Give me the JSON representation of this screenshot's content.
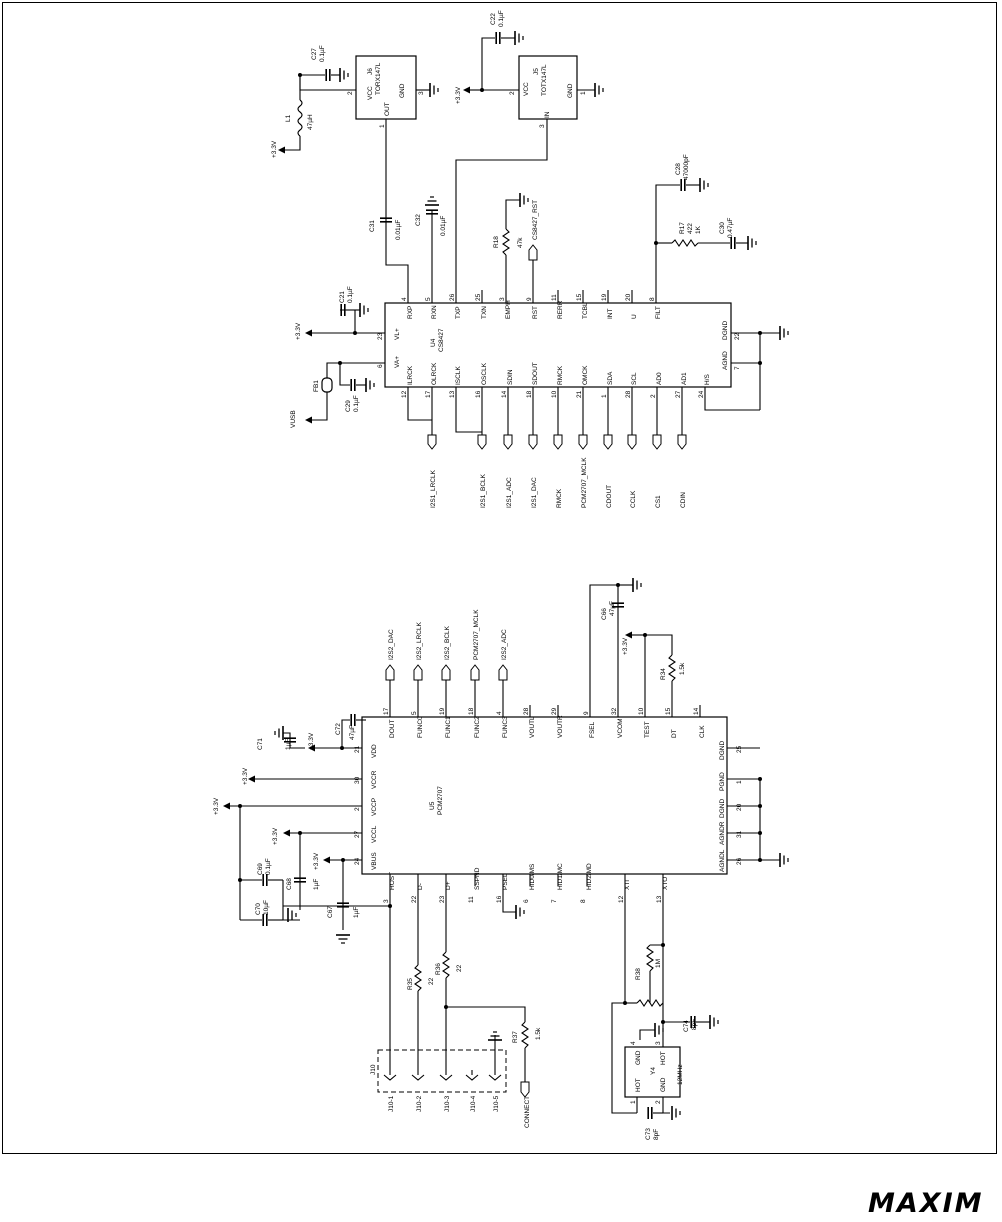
{
  "brand": {
    "logo_text": "MAXIM"
  },
  "top": {
    "j6": {
      "ref": "J6",
      "part": "TORX147L",
      "vcc_pin": "2",
      "vcc": "VCC",
      "gnd_pin": "3",
      "gnd": "GND",
      "out_pin": "1",
      "out": "OUT"
    },
    "j5": {
      "ref": "J5",
      "part": "TOTX147L",
      "vcc_pin": "2",
      "vcc": "VCC",
      "gnd_pin": "1",
      "gnd": "GND",
      "in_pin": "3",
      "in": "IN"
    },
    "l1": {
      "ref": "L1",
      "value": "47µH"
    },
    "c27": {
      "ref": "C27",
      "value": "0.1µF"
    },
    "c22": {
      "ref": "C22",
      "value": "0.1µF"
    },
    "c31": {
      "ref": "C31",
      "value": "0.01µF"
    },
    "c32": {
      "ref": "C32",
      "value": "0.01µF"
    },
    "c21": {
      "ref": "C21",
      "value": "0.1µF"
    },
    "c29": {
      "ref": "C29",
      "value": "0.1µF"
    },
    "c28": {
      "ref": "C28",
      "value": "47000pF"
    },
    "c30": {
      "ref": "C30",
      "value": "0.47µF"
    },
    "r17": {
      "ref": "R17",
      "v1": "422",
      "v2": "1K"
    },
    "r18": {
      "ref": "R18",
      "value": "47k"
    },
    "fb1": {
      "ref": "FB1",
      "net": "VUSB"
    },
    "rst_net": "CS8427_RST",
    "supply": "+3.3V",
    "u4": {
      "ref": "U4",
      "part": "CS8427",
      "top_pins": [
        {
          "num": "4",
          "name": "RXP"
        },
        {
          "num": "5",
          "name": "RXN"
        },
        {
          "num": "26",
          "name": "TXP"
        },
        {
          "num": "25",
          "name": "TXN"
        },
        {
          "num": "3",
          "name": "EMPH"
        },
        {
          "num": "9",
          "name": "RST"
        },
        {
          "num": "11",
          "name": "RERR"
        },
        {
          "num": "15",
          "name": "TCBL"
        },
        {
          "num": "19",
          "name": "INT"
        },
        {
          "num": "20",
          "name": "U"
        },
        {
          "num": "8",
          "name": "FILT"
        }
      ],
      "bottom_pins": [
        {
          "num": "12",
          "name": "ILRCK"
        },
        {
          "num": "17",
          "name": "OLRCK"
        },
        {
          "num": "13",
          "name": "ISCLK"
        },
        {
          "num": "16",
          "name": "OSCLK"
        },
        {
          "num": "14",
          "name": "SDIN"
        },
        {
          "num": "18",
          "name": "SDOUT"
        },
        {
          "num": "10",
          "name": "RMCK"
        },
        {
          "num": "21",
          "name": "OMCK"
        },
        {
          "num": "1",
          "name": "SDA"
        },
        {
          "num": "28",
          "name": "SCL"
        },
        {
          "num": "2",
          "name": "AD0"
        },
        {
          "num": "27",
          "name": "AD1"
        },
        {
          "num": "24",
          "name": "H/S"
        }
      ],
      "left_pins": [
        {
          "num": "23",
          "name": "VL+"
        },
        {
          "num": "6",
          "name": "VA+"
        }
      ],
      "right_pins": [
        {
          "num": "22",
          "name": "DGND"
        },
        {
          "num": "7",
          "name": "AGND"
        }
      ],
      "nets": [
        "I2S1_LRCLK",
        "I2S1_BCLK",
        "I2S1_ADC",
        "I2S1_DAC",
        "RMCK",
        "PCM2707_MCLK",
        "CDOUT",
        "CCLK",
        "CS1",
        "CDIN"
      ]
    }
  },
  "bottom": {
    "u5": {
      "ref": "U5",
      "part": "PCM2707",
      "top_pins": [
        {
          "num": "17",
          "name": "DOUT"
        },
        {
          "num": "5",
          "name": "FUNC0"
        },
        {
          "num": "19",
          "name": "FUNC1"
        },
        {
          "num": "18",
          "name": "FUNC2"
        },
        {
          "num": "4",
          "name": "FUNC3"
        },
        {
          "num": "28",
          "name": "VOUTL"
        },
        {
          "num": "29",
          "name": "VOUTR"
        },
        {
          "num": "9",
          "name": "FSEL"
        },
        {
          "num": "32",
          "name": "VCOM"
        },
        {
          "num": "10",
          "name": "TEST"
        },
        {
          "num": "15",
          "name": "DT"
        },
        {
          "num": "14",
          "name": "CLK"
        }
      ],
      "bottom_pins": [
        {
          "num": "3",
          "name": "HOST"
        },
        {
          "num": "22",
          "name": "D-"
        },
        {
          "num": "23",
          "name": "D+"
        },
        {
          "num": "11",
          "name": "SSPND"
        },
        {
          "num": "16",
          "name": "PSEL"
        },
        {
          "num": "6",
          "name": "HID0/MS"
        },
        {
          "num": "7",
          "name": "HID1/MC"
        },
        {
          "num": "8",
          "name": "HID2/MD"
        },
        {
          "num": "12",
          "name": "XTI"
        },
        {
          "num": "13",
          "name": "XTO"
        }
      ],
      "left_pins": [
        {
          "num": "21",
          "name": "VDD"
        },
        {
          "num": "30",
          "name": "VCCR"
        },
        {
          "num": "2",
          "name": "VCCP"
        },
        {
          "num": "27",
          "name": "VCCL"
        },
        {
          "num": "24",
          "name": "VBUS"
        }
      ],
      "right_pins": [
        {
          "num": "25",
          "name": "DGND"
        },
        {
          "num": "1",
          "name": "PGND"
        },
        {
          "num": "20",
          "name": "DGND"
        },
        {
          "num": "31",
          "name": "AGNDR"
        },
        {
          "num": "26",
          "name": "AGNDL"
        }
      ],
      "nets": [
        "I2S2_DAC",
        "I2S2_LRCLK",
        "I2S2_BCLK",
        "PCM2707_MCLK",
        "I2S2_ADC"
      ]
    },
    "c66": {
      "ref": "C66",
      "value": "47µF"
    },
    "c72": {
      "ref": "C72",
      "value": "47µF"
    },
    "c71": {
      "ref": "C71",
      "value": "1µF"
    },
    "c68": {
      "ref": "C68",
      "value": "1µF"
    },
    "c67": {
      "ref": "C67",
      "value": "1µF"
    },
    "c69": {
      "ref": "C69",
      "value": "0.1µF"
    },
    "c70": {
      "ref": "C70",
      "value": "10µF"
    },
    "c73": {
      "ref": "C73",
      "value": "8pF"
    },
    "c74": {
      "ref": "C74",
      "value": "8pF"
    },
    "r34": {
      "ref": "R34",
      "value": "1.5k"
    },
    "r35": {
      "ref": "R35",
      "value": "22"
    },
    "r36": {
      "ref": "R36",
      "value": "22"
    },
    "r37": {
      "ref": "R37",
      "value": "1.5k"
    },
    "r38": {
      "ref": "R38",
      "value": "1M"
    },
    "y4": {
      "ref": "Y4",
      "freq": "12MHz",
      "p1": "HOT",
      "p2": "GND",
      "p3": "HOT",
      "p4": "GND",
      "n1": "1",
      "n2": "2",
      "n3": "3",
      "n4": "4"
    },
    "j10": {
      "ref": "J10",
      "pins": [
        "J10-1",
        "J10-2",
        "J10-3",
        "J10-4",
        "J10-5"
      ]
    },
    "connect": "CONNECT",
    "supply": "+3.3V"
  }
}
